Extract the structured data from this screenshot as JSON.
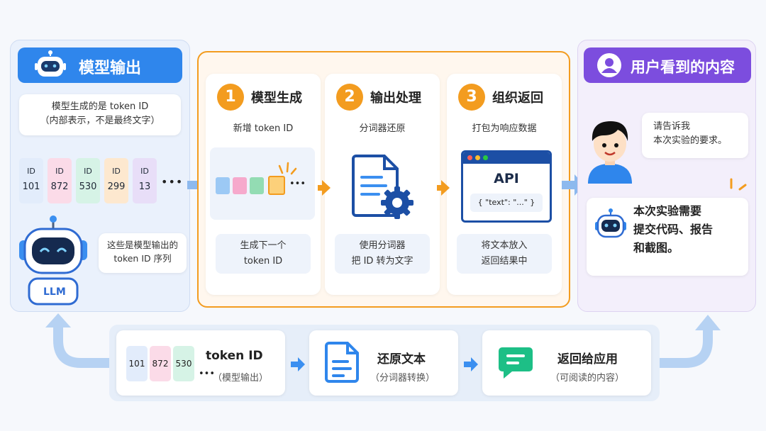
{
  "left": {
    "header": "模型输出",
    "bubble": [
      "模型生成的是 token ID",
      "（内部表示，不是最终文字）"
    ],
    "tokens": [
      {
        "label": "ID",
        "value": "101",
        "color": "#e2ecfb"
      },
      {
        "label": "ID",
        "value": "872",
        "color": "#fbdbe8"
      },
      {
        "label": "ID",
        "value": "530",
        "color": "#d6f3e6"
      },
      {
        "label": "ID",
        "value": "299",
        "color": "#fde8cf"
      },
      {
        "label": "ID",
        "value": "13",
        "color": "#e8def8"
      }
    ],
    "ellipsis": "•••",
    "robot_bubble": [
      "这些是模型输出的",
      "token ID 序列"
    ],
    "robot_label": "LLM"
  },
  "steps": [
    {
      "num": "1",
      "title": "模型生成",
      "sub": "新增 token ID",
      "note": [
        "生成下一个",
        "token ID"
      ]
    },
    {
      "num": "2",
      "title": "输出处理",
      "sub": "分词器还原",
      "note": [
        "使用分词器",
        "把 ID 转为文字"
      ]
    },
    {
      "num": "3",
      "title": "组织返回",
      "sub": "打包为响应数据",
      "note": [
        "将文本放入",
        "返回结果中"
      ]
    }
  ],
  "api": {
    "title": "API",
    "body": "{ \"text\": \"...\" }"
  },
  "right": {
    "header": "用户看到的内容",
    "user_bubble": [
      "请告诉我",
      "本次实验的要求。"
    ],
    "bot_reply": [
      "本次实验需要",
      "提交代码、报告",
      "和截图。"
    ]
  },
  "bottom": {
    "tokens": [
      "101",
      "872",
      "530"
    ],
    "ellipsis": "•••",
    "items": [
      {
        "title": "token ID",
        "sub": "（模型输出）"
      },
      {
        "title": "还原文本",
        "sub": "（分词器转换）"
      },
      {
        "title": "返回给应用",
        "sub": "（可阅读的内容）"
      }
    ]
  },
  "colors": {
    "blue": "#3b8ff0",
    "orange": "#f39c1f",
    "purple": "#7c4dde",
    "green": "#1dbf86"
  }
}
